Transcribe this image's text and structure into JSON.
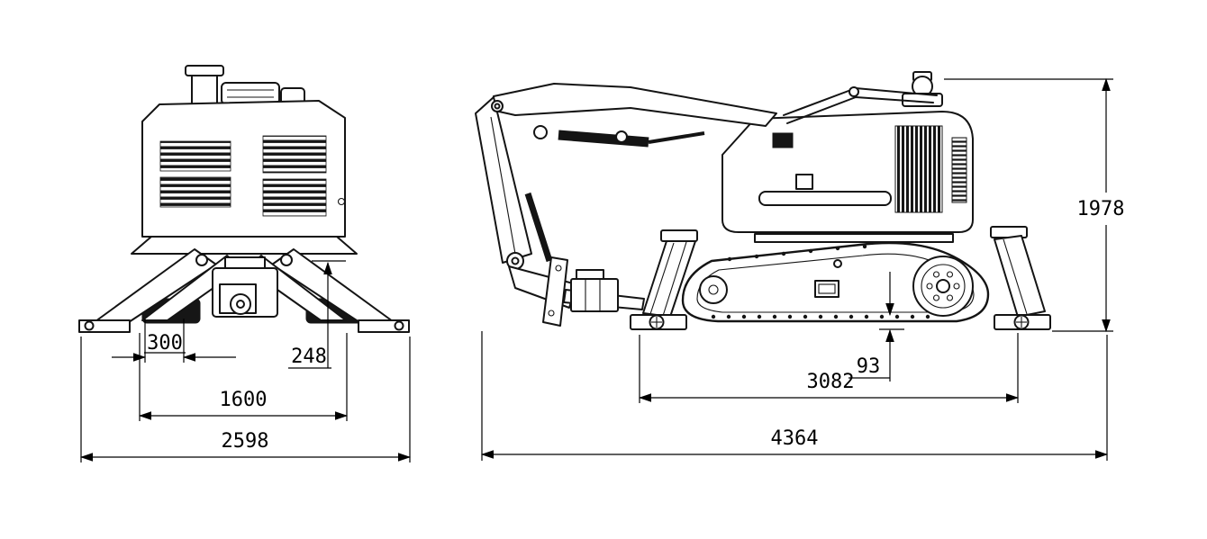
{
  "drawing": {
    "type": "technical-dimension-drawing",
    "subject": "tracked demolition robot, front and side orthographic views",
    "line_color": "#141414",
    "background": "#ffffff"
  },
  "dimensions": {
    "front": {
      "offset_300": "300",
      "height_248": "248",
      "track_gauge_1600": "1600",
      "overall_width_2598": "2598"
    },
    "side": {
      "ground_clearance_93": "93",
      "track_length_3082": "3082",
      "overall_length_4364": "4364",
      "overall_height_1978": "1978"
    }
  }
}
